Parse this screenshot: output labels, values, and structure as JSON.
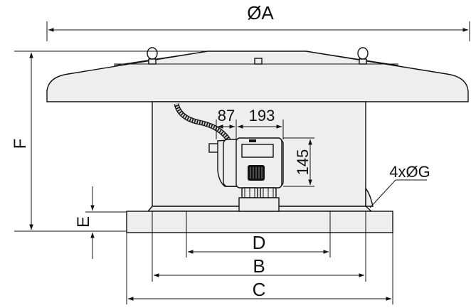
{
  "dimensions": {
    "a": "ØA",
    "f": "F",
    "e": "E",
    "d": "D",
    "b": "B",
    "c": "C",
    "g": "4xØG",
    "box_offset": "87",
    "box_width": "193",
    "box_height": "145"
  },
  "colors": {
    "line": "#111111",
    "body": "#eeeeee",
    "background": "#ffffff"
  }
}
